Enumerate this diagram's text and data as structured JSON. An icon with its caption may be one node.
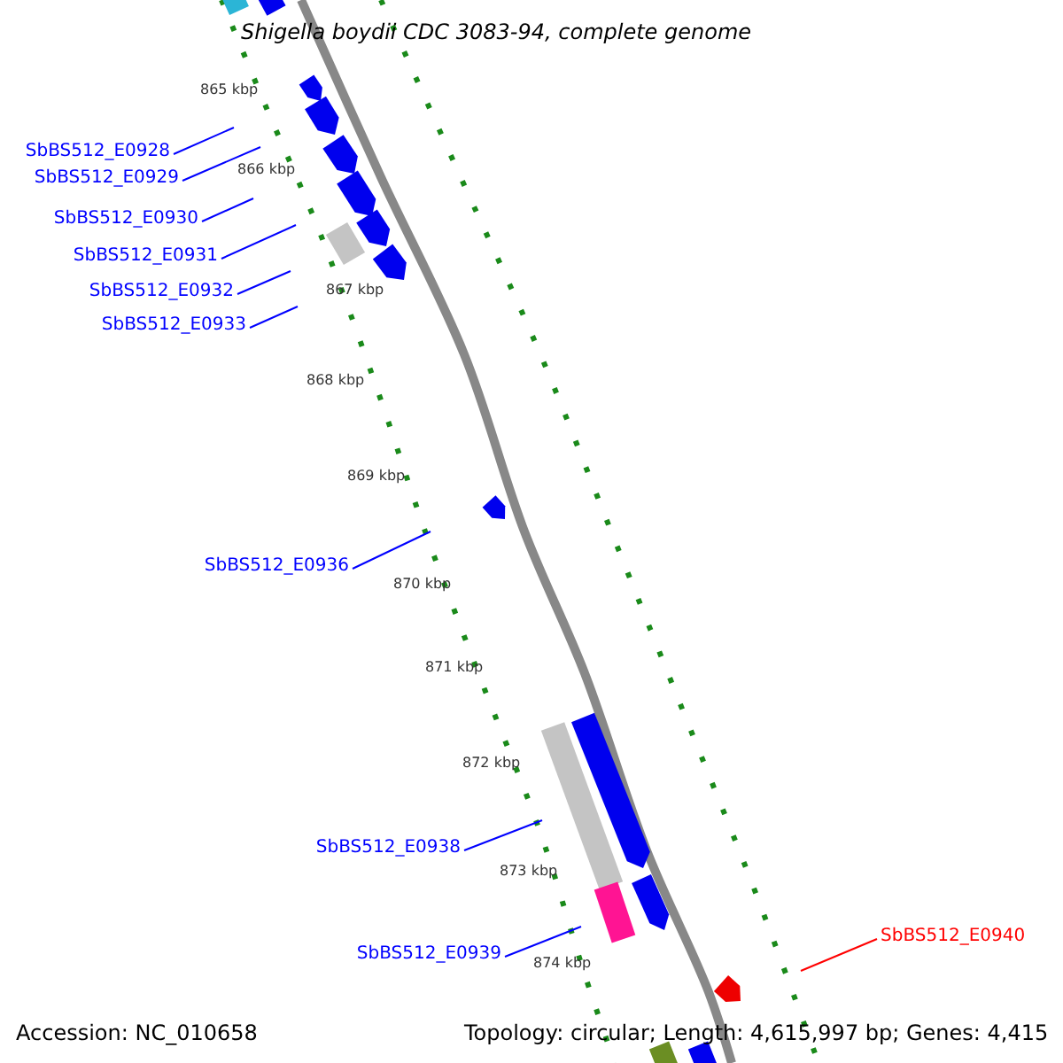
{
  "diagram": {
    "title": "Shigella boydii CDC 3083-94, complete genome",
    "nodes": [
      {
        "text": [
          "SbBS512_E0928"
        ]
      },
      {
        "text": [
          "SbBS512_E0929"
        ]
      },
      {
        "text": [
          "SbBS512_E0930"
        ]
      },
      {
        "text": [
          "SbBS512_E0931"
        ]
      },
      {
        "text": [
          "SbBS512_E0932"
        ]
      },
      {
        "text": [
          "SbBS512_E0933"
        ]
      },
      {
        "text": [
          "SbBS512_E0936"
        ]
      },
      {
        "text": [
          "SbBS512_E0938"
        ]
      },
      {
        "text": [
          "SbBS512_E0939"
        ]
      },
      {
        "text": [
          "SbBS512_E0940"
        ]
      }
    ],
    "edges": [
      {
        "from": 0,
        "to": null,
        "arrow": "none"
      },
      {
        "from": 1,
        "to": null,
        "arrow": "none"
      },
      {
        "from": 2,
        "to": null,
        "arrow": "none"
      },
      {
        "from": 3,
        "to": null,
        "arrow": "none"
      },
      {
        "from": 4,
        "to": null,
        "arrow": "none"
      },
      {
        "from": 5,
        "to": null,
        "arrow": "none"
      },
      {
        "from": 6,
        "to": null,
        "arrow": "none"
      },
      {
        "from": 7,
        "to": null,
        "arrow": "none"
      },
      {
        "from": 8,
        "to": null,
        "arrow": "none"
      },
      {
        "from": 9,
        "to": null,
        "arrow": "none",
        "color": "#ff0000"
      }
    ],
    "labels": [
      "865 kbp",
      "866 kbp",
      "867 kbp",
      "868 kbp",
      "869 kbp",
      "870 kbp",
      "871 kbp",
      "872 kbp",
      "873 kbp",
      "874 kbp",
      "Accession: NC_010658",
      "Topology: circular; Length: 4,615,997 bp; Genes: 4,415"
    ]
  }
}
